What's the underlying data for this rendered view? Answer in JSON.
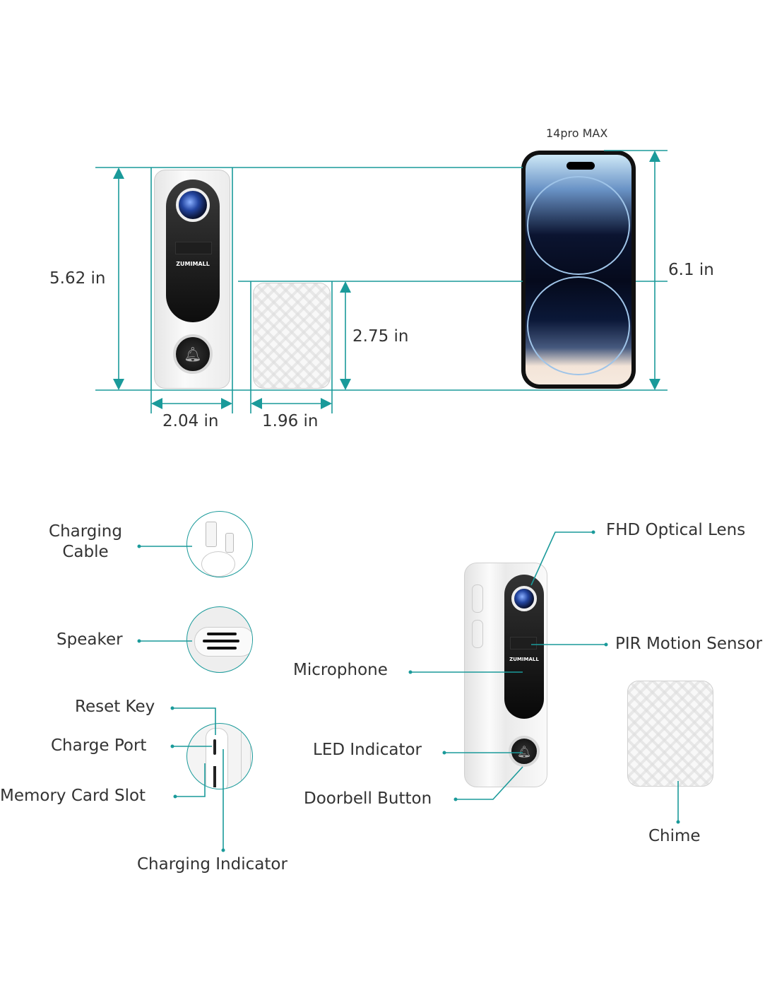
{
  "phone_caption": "14pro MAX",
  "dimensions": {
    "doorbell_height": "5.62 in",
    "doorbell_width": "2.04 in",
    "chime_width": "1.96 in",
    "chime_height": "2.75 in",
    "phone_height": "6.1 in"
  },
  "brand": "ZUMIMALL",
  "accessories": {
    "charging_cable": [
      "Charging",
      "Cable"
    ],
    "speaker": "Speaker",
    "reset_key": "Reset Key",
    "charge_port": "Charge Port",
    "memory_card_slot": "Memory Card Slot",
    "charging_indicator": "Charging Indicator"
  },
  "features": {
    "lens": "FHD Optical Lens",
    "pir": "PIR Motion Sensor",
    "microphone": "Microphone",
    "led": "LED Indicator",
    "button": "Doorbell Button",
    "chime": "Chime"
  },
  "colors": {
    "accent": "#1a9a9a",
    "text": "#333333"
  }
}
